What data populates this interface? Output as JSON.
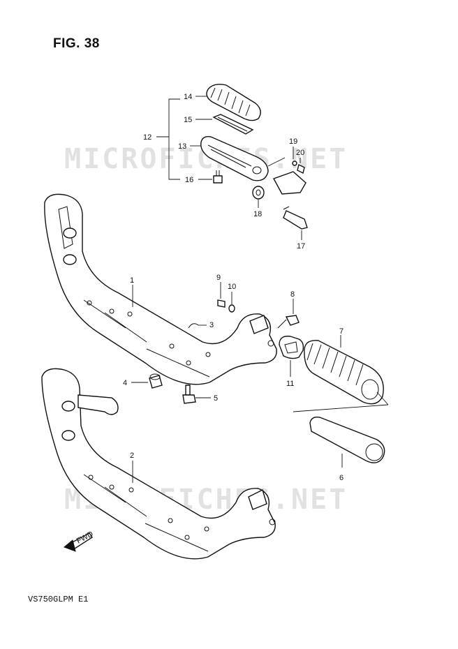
{
  "figure": {
    "title": "FIG. 38",
    "model_code": "VS750GLPM E1",
    "watermark_top": "MICROFICHES.NET",
    "watermark_bottom": "MICROFICHES.NET",
    "fwd_label": "FWD"
  },
  "callouts": {
    "c1": "1",
    "c2": "2",
    "c3": "3",
    "c4": "4",
    "c5": "5",
    "c6": "6",
    "c7": "7",
    "c8": "8",
    "c9": "9",
    "c10": "10",
    "c11": "11",
    "c12": "12",
    "c13": "13",
    "c14": "14",
    "c15": "15",
    "c16": "16",
    "c17": "17",
    "c18": "18",
    "c19": "19",
    "c20": "20"
  }
}
